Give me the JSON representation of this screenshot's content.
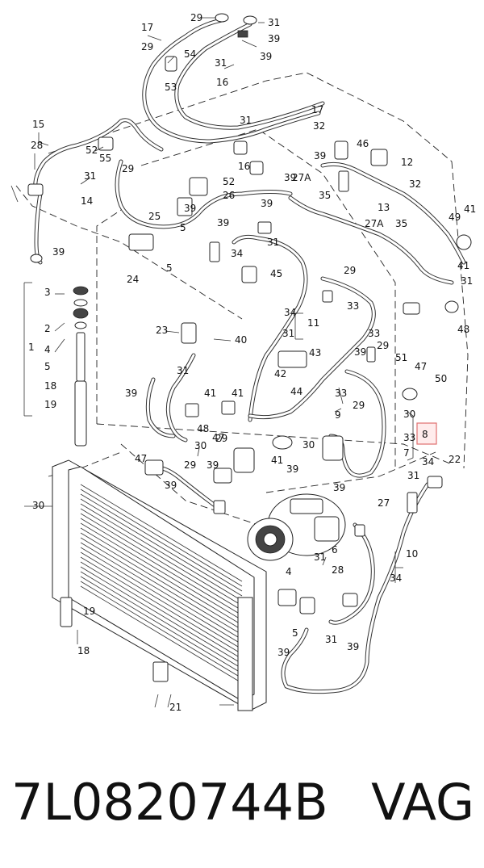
{
  "caption": {
    "part_number": "7L0820744B",
    "brand": "VAG"
  },
  "diagram": {
    "highlighted_label": "8",
    "callouts": [
      "29",
      "31",
      "17",
      "29",
      "39",
      "54",
      "31",
      "39",
      "53",
      "16",
      "17",
      "15",
      "28",
      "52",
      "55",
      "29",
      "31",
      "16",
      "32",
      "46",
      "39",
      "12",
      "32",
      "39",
      "31",
      "14",
      "52",
      "26",
      "39",
      "27A",
      "35",
      "13",
      "27A",
      "35",
      "39",
      "25",
      "5",
      "39",
      "31",
      "49",
      "41",
      "31",
      "39",
      "24",
      "5",
      "34",
      "45",
      "29",
      "41",
      "3",
      "2",
      "4",
      "5",
      "18",
      "19",
      "1",
      "33",
      "48",
      "34",
      "31",
      "11",
      "23",
      "40",
      "33",
      "29",
      "39",
      "43",
      "42",
      "44",
      "51",
      "47",
      "50",
      "31",
      "39",
      "41",
      "41",
      "48",
      "47",
      "29",
      "33",
      "9",
      "29",
      "30",
      "33",
      "7",
      "30",
      "29",
      "39",
      "47",
      "41",
      "39",
      "30",
      "39",
      "34",
      "31",
      "22",
      "30",
      "39",
      "27",
      "6",
      "31",
      "10",
      "34",
      "4",
      "28",
      "5",
      "31",
      "39",
      "39",
      "19",
      "18",
      "21"
    ]
  }
}
